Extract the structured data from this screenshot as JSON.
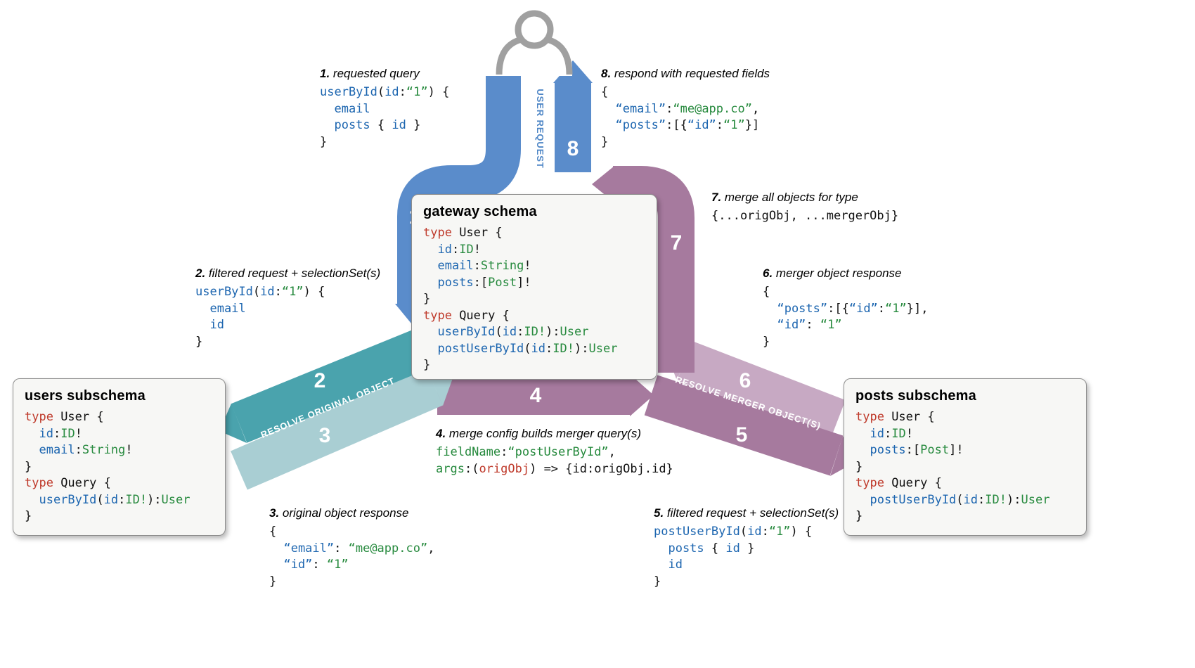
{
  "arrow_labels": {
    "user_request": "USER REQUEST",
    "resolve_original": "RESOLVE ORIGINAL OBJECT",
    "resolve_merger": "RESOLVE MERGER OBJECT(S)"
  },
  "step_numbers": {
    "n1": "1",
    "n2": "2",
    "n3": "3",
    "n4": "4",
    "n5": "5",
    "n6": "6",
    "n7": "7",
    "n8": "8"
  },
  "boxes": {
    "gateway": {
      "title": "gateway schema",
      "code": [
        [
          [
            "k",
            "type"
          ],
          [
            "p",
            " User {"
          ]
        ],
        [
          [
            "f",
            "  id"
          ],
          [
            "p",
            ":"
          ],
          [
            "t",
            "ID"
          ],
          [
            "p",
            "!"
          ]
        ],
        [
          [
            "f",
            "  email"
          ],
          [
            "p",
            ":"
          ],
          [
            "t",
            "String"
          ],
          [
            "p",
            "!"
          ]
        ],
        [
          [
            "f",
            "  posts"
          ],
          [
            "p",
            ":["
          ],
          [
            "t",
            "Post"
          ],
          [
            "p",
            "]!"
          ]
        ],
        [
          [
            "p",
            "}"
          ]
        ],
        [
          [
            "k",
            "type"
          ],
          [
            "p",
            " Query {"
          ]
        ],
        [
          [
            "f",
            "  userById"
          ],
          [
            "p",
            "("
          ],
          [
            "f",
            "id"
          ],
          [
            "p",
            ":"
          ],
          [
            "t",
            "ID!"
          ],
          [
            "p",
            "):"
          ],
          [
            "t",
            "User"
          ]
        ],
        [
          [
            "f",
            "  postUserById"
          ],
          [
            "p",
            "("
          ],
          [
            "f",
            "id"
          ],
          [
            "p",
            ":"
          ],
          [
            "t",
            "ID!"
          ],
          [
            "p",
            "):"
          ],
          [
            "t",
            "User"
          ]
        ],
        [
          [
            "p",
            "}"
          ]
        ]
      ]
    },
    "users": {
      "title": "users subschema",
      "code": [
        [
          [
            "k",
            "type"
          ],
          [
            "p",
            " User {"
          ]
        ],
        [
          [
            "f",
            "  id"
          ],
          [
            "p",
            ":"
          ],
          [
            "t",
            "ID"
          ],
          [
            "p",
            "!"
          ]
        ],
        [
          [
            "f",
            "  email"
          ],
          [
            "p",
            ":"
          ],
          [
            "t",
            "String"
          ],
          [
            "p",
            "!"
          ]
        ],
        [
          [
            "p",
            "}"
          ]
        ],
        [
          [
            "k",
            "type"
          ],
          [
            "p",
            " Query {"
          ]
        ],
        [
          [
            "f",
            "  userById"
          ],
          [
            "p",
            "("
          ],
          [
            "f",
            "id"
          ],
          [
            "p",
            ":"
          ],
          [
            "t",
            "ID!"
          ],
          [
            "p",
            "):"
          ],
          [
            "t",
            "User"
          ]
        ],
        [
          [
            "p",
            "}"
          ]
        ]
      ]
    },
    "posts": {
      "title": "posts subschema",
      "code": [
        [
          [
            "k",
            "type"
          ],
          [
            "p",
            " User {"
          ]
        ],
        [
          [
            "f",
            "  id"
          ],
          [
            "p",
            ":"
          ],
          [
            "t",
            "ID"
          ],
          [
            "p",
            "!"
          ]
        ],
        [
          [
            "f",
            "  posts"
          ],
          [
            "p",
            ":["
          ],
          [
            "t",
            "Post"
          ],
          [
            "p",
            "]!"
          ]
        ],
        [
          [
            "p",
            "}"
          ]
        ],
        [
          [
            "k",
            "type"
          ],
          [
            "p",
            " Query {"
          ]
        ],
        [
          [
            "f",
            "  postUserById"
          ],
          [
            "p",
            "("
          ],
          [
            "f",
            "id"
          ],
          [
            "p",
            ":"
          ],
          [
            "t",
            "ID!"
          ],
          [
            "p",
            "):"
          ],
          [
            "t",
            "User"
          ]
        ],
        [
          [
            "p",
            "}"
          ]
        ]
      ]
    }
  },
  "annotations": {
    "a1": {
      "num": "1.",
      "label": "requested query",
      "code": [
        [
          [
            "f",
            "userById"
          ],
          [
            "p",
            "("
          ],
          [
            "f",
            "id"
          ],
          [
            "p",
            ":"
          ],
          [
            "s",
            "“1”"
          ],
          [
            "p",
            ") {"
          ]
        ],
        [
          [
            "f",
            "  email"
          ]
        ],
        [
          [
            "f",
            "  posts"
          ],
          [
            "p",
            " { "
          ],
          [
            "f",
            "id"
          ],
          [
            "p",
            " }"
          ]
        ],
        [
          [
            "p",
            "}"
          ]
        ]
      ]
    },
    "a2": {
      "num": "2.",
      "label": "filtered request + selectionSet(s)",
      "code": [
        [
          [
            "f",
            "userById"
          ],
          [
            "p",
            "("
          ],
          [
            "f",
            "id"
          ],
          [
            "p",
            ":"
          ],
          [
            "s",
            "“1”"
          ],
          [
            "p",
            ") {"
          ]
        ],
        [
          [
            "f",
            "  email"
          ]
        ],
        [
          [
            "f",
            "  id"
          ]
        ],
        [
          [
            "p",
            "}"
          ]
        ]
      ]
    },
    "a3": {
      "num": "3.",
      "label": "original object response",
      "code": [
        [
          [
            "p",
            "{"
          ]
        ],
        [
          [
            "f",
            "  “email”"
          ],
          [
            "p",
            ": "
          ],
          [
            "s",
            "“me@app.co”"
          ],
          [
            "p",
            ","
          ]
        ],
        [
          [
            "f",
            "  “id”"
          ],
          [
            "p",
            ": "
          ],
          [
            "s",
            "“1”"
          ]
        ],
        [
          [
            "p",
            "}"
          ]
        ]
      ]
    },
    "a4": {
      "num": "4.",
      "label": "merge config builds merger query(s)",
      "code": [
        [
          [
            "t",
            "fieldName"
          ],
          [
            "p",
            ":"
          ],
          [
            "s",
            "“postUserById”"
          ],
          [
            "p",
            ","
          ]
        ],
        [
          [
            "t",
            "args"
          ],
          [
            "p",
            ":("
          ],
          [
            "r",
            "origObj"
          ],
          [
            "p",
            ") => {id:origObj.id}"
          ]
        ]
      ]
    },
    "a5": {
      "num": "5.",
      "label": "filtered request + selectionSet(s)",
      "code": [
        [
          [
            "f",
            "postUserById"
          ],
          [
            "p",
            "("
          ],
          [
            "f",
            "id"
          ],
          [
            "p",
            ":"
          ],
          [
            "s",
            "“1”"
          ],
          [
            "p",
            ") {"
          ]
        ],
        [
          [
            "f",
            "  posts"
          ],
          [
            "p",
            " { "
          ],
          [
            "f",
            "id"
          ],
          [
            "p",
            " }"
          ]
        ],
        [
          [
            "f",
            "  id"
          ]
        ],
        [
          [
            "p",
            "}"
          ]
        ]
      ]
    },
    "a6": {
      "num": "6.",
      "label": "merger object response",
      "code": [
        [
          [
            "p",
            "{"
          ]
        ],
        [
          [
            "f",
            "  “posts”"
          ],
          [
            "p",
            ":[{"
          ],
          [
            "f",
            "“id”"
          ],
          [
            "p",
            ":"
          ],
          [
            "s",
            "“1”"
          ],
          [
            "p",
            "}],"
          ]
        ],
        [
          [
            "f",
            "  “id”"
          ],
          [
            "p",
            ": "
          ],
          [
            "s",
            "“1”"
          ]
        ],
        [
          [
            "p",
            "}"
          ]
        ]
      ]
    },
    "a7": {
      "num": "7.",
      "label": "merge all objects for type",
      "code": [
        [
          [
            "p",
            "{...origObj, ...mergerObj}"
          ]
        ]
      ]
    },
    "a8": {
      "num": "8.",
      "label": "respond with requested fields",
      "code": [
        [
          [
            "p",
            "{"
          ]
        ],
        [
          [
            "f",
            "  “email”"
          ],
          [
            "p",
            ":"
          ],
          [
            "s",
            "“me@app.co”"
          ],
          [
            "p",
            ","
          ]
        ],
        [
          [
            "f",
            "  “posts”"
          ],
          [
            "p",
            ":[{"
          ],
          [
            "f",
            "“id”"
          ],
          [
            "p",
            ":"
          ],
          [
            "s",
            "“1”"
          ],
          [
            "p",
            "}]"
          ]
        ],
        [
          [
            "p",
            "}"
          ]
        ]
      ]
    }
  },
  "colors": {
    "band_blue": "#5a8ccb",
    "band_teal": "#4aa3ad",
    "band_teal_light": "#a9ced3",
    "band_mauve": "#a67a9e",
    "band_mauve_light": "#c7a9c3",
    "code_keyword": "#bf3a2b",
    "code_field": "#1d66b0",
    "code_type": "#278a3e",
    "code_string": "#278a3e",
    "code_plain": "#111111",
    "icon_gray": "#a0a0a0"
  }
}
